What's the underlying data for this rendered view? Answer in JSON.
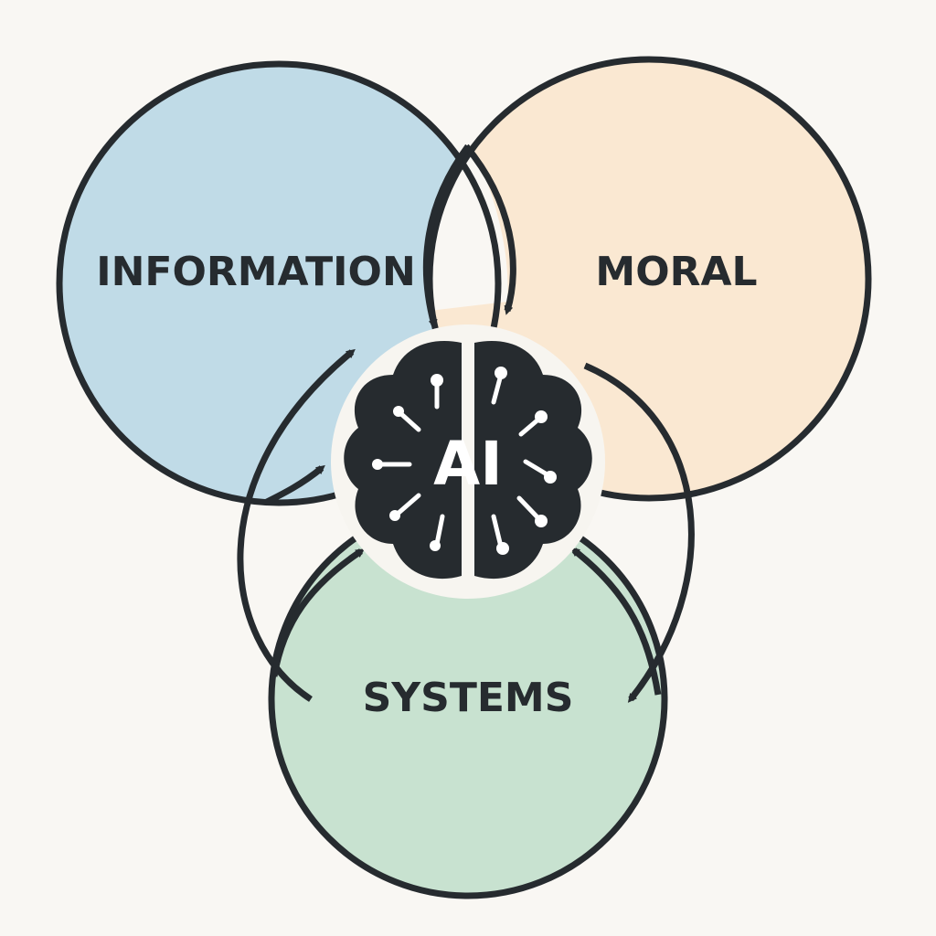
{
  "diagram": {
    "colors": {
      "background": "#f9f7f3",
      "outline": "#262b2f",
      "information_fill": "#c0dbe7",
      "moral_fill": "#fae8d2",
      "systems_fill": "#c8e2d0",
      "center_halo": "#f7f5f0",
      "brain_fill": "#262b2f"
    },
    "circles": {
      "information": {
        "label": "INFORMATION"
      },
      "moral": {
        "label": "MORAL"
      },
      "systems": {
        "label": "SYSTEMS"
      }
    },
    "center": {
      "label": "AI",
      "icon": "brain-circuit-icon"
    },
    "arrows": [
      {
        "from": "information",
        "to": "ai",
        "icon": "arrow-icon"
      },
      {
        "from": "moral",
        "to": "systems",
        "icon": "arrow-icon"
      },
      {
        "from": "systems",
        "to": "ai",
        "icon": "arrow-icon"
      },
      {
        "from": "ai",
        "to": "systems",
        "icon": "arrow-icon"
      },
      {
        "from": "systems",
        "to": "information",
        "icon": "arrow-icon"
      },
      {
        "from": "information",
        "to": "ai",
        "icon": "arrow-icon"
      }
    ]
  }
}
